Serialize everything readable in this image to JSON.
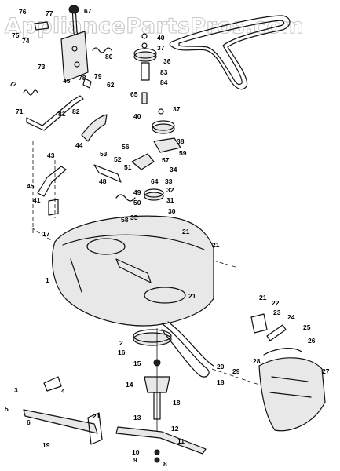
{
  "watermark": "AppliancePartsPros.com",
  "callouts": [
    {
      "id": "p76",
      "label": "76"
    },
    {
      "id": "p77",
      "label": "77"
    },
    {
      "id": "p67",
      "label": "67"
    },
    {
      "id": "p75",
      "label": "75"
    },
    {
      "id": "p74",
      "label": "74"
    },
    {
      "id": "p40a",
      "label": "40"
    },
    {
      "id": "p37a",
      "label": "37"
    },
    {
      "id": "p80",
      "label": "80"
    },
    {
      "id": "p36",
      "label": "36"
    },
    {
      "id": "p73",
      "label": "73"
    },
    {
      "id": "p83",
      "label": "83"
    },
    {
      "id": "p79",
      "label": "79"
    },
    {
      "id": "p78",
      "label": "78"
    },
    {
      "id": "p62",
      "label": "62"
    },
    {
      "id": "p84",
      "label": "84"
    },
    {
      "id": "p72",
      "label": "72"
    },
    {
      "id": "p45a",
      "label": "45"
    },
    {
      "id": "p65",
      "label": "65"
    },
    {
      "id": "p81",
      "label": "81"
    },
    {
      "id": "p82",
      "label": "82"
    },
    {
      "id": "p37b",
      "label": "37"
    },
    {
      "id": "p71",
      "label": "71"
    },
    {
      "id": "p40b",
      "label": "40"
    },
    {
      "id": "p44",
      "label": "44"
    },
    {
      "id": "p38",
      "label": "38"
    },
    {
      "id": "p56",
      "label": "56"
    },
    {
      "id": "p59",
      "label": "59"
    },
    {
      "id": "p53",
      "label": "53"
    },
    {
      "id": "p52",
      "label": "52"
    },
    {
      "id": "p57",
      "label": "57"
    },
    {
      "id": "p51",
      "label": "51"
    },
    {
      "id": "p43",
      "label": "43"
    },
    {
      "id": "p34",
      "label": "34"
    },
    {
      "id": "p48",
      "label": "48"
    },
    {
      "id": "p64",
      "label": "64"
    },
    {
      "id": "p33",
      "label": "33"
    },
    {
      "id": "p45b",
      "label": "45"
    },
    {
      "id": "p32",
      "label": "32"
    },
    {
      "id": "p49",
      "label": "49"
    },
    {
      "id": "p41",
      "label": "41"
    },
    {
      "id": "p50",
      "label": "50"
    },
    {
      "id": "p31",
      "label": "31"
    },
    {
      "id": "p30",
      "label": "30"
    },
    {
      "id": "p58",
      "label": "58"
    },
    {
      "id": "p35",
      "label": "35"
    },
    {
      "id": "p17",
      "label": "17"
    },
    {
      "id": "p21a",
      "label": "21"
    },
    {
      "id": "p21b",
      "label": "21"
    },
    {
      "id": "p1",
      "label": "1"
    },
    {
      "id": "p21c",
      "label": "21"
    },
    {
      "id": "p21d",
      "label": "21"
    },
    {
      "id": "p22",
      "label": "22"
    },
    {
      "id": "p23",
      "label": "23"
    },
    {
      "id": "p24",
      "label": "24"
    },
    {
      "id": "p25",
      "label": "25"
    },
    {
      "id": "p26",
      "label": "26"
    },
    {
      "id": "p2",
      "label": "2"
    },
    {
      "id": "p16",
      "label": "16"
    },
    {
      "id": "p20",
      "label": "20"
    },
    {
      "id": "p15",
      "label": "15"
    },
    {
      "id": "p28",
      "label": "28"
    },
    {
      "id": "p27",
      "label": "27"
    },
    {
      "id": "p29",
      "label": "29"
    },
    {
      "id": "p14",
      "label": "14"
    },
    {
      "id": "p18a",
      "label": "18"
    },
    {
      "id": "p18b",
      "label": "18"
    },
    {
      "id": "p3",
      "label": "3"
    },
    {
      "id": "p4",
      "label": "4"
    },
    {
      "id": "p5",
      "label": "5"
    },
    {
      "id": "p6",
      "label": "6"
    },
    {
      "id": "p21e",
      "label": "21"
    },
    {
      "id": "p13",
      "label": "13"
    },
    {
      "id": "p12",
      "label": "12"
    },
    {
      "id": "p11",
      "label": "11"
    },
    {
      "id": "p19",
      "label": "19"
    },
    {
      "id": "p10",
      "label": "10"
    },
    {
      "id": "p9",
      "label": "9"
    },
    {
      "id": "p8",
      "label": "8"
    }
  ]
}
